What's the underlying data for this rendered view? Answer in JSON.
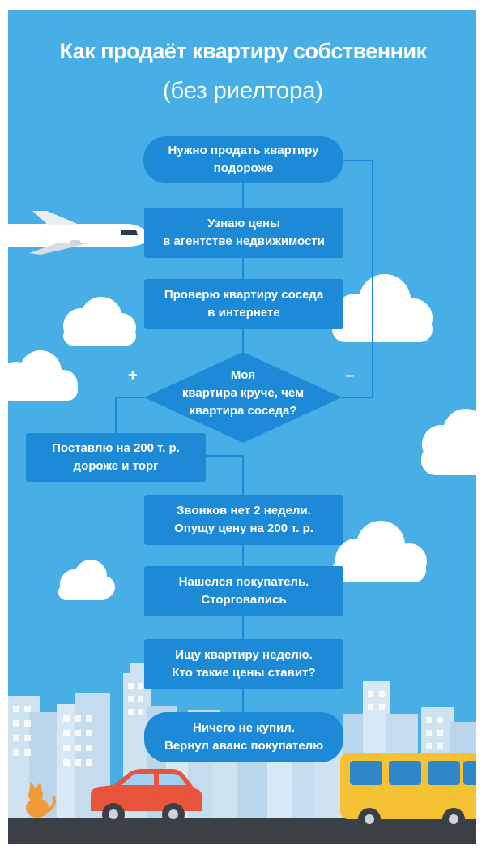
{
  "title": "Как продаёт квартиру собственник",
  "subtitle": "(без риелтора)",
  "steps": [
    {
      "id": "start",
      "text": "Нужно продать квартиру\nподороже"
    },
    {
      "id": "s1",
      "text": "Узнаю цены\nв агентстве недвижимости"
    },
    {
      "id": "s2",
      "text": "Проверю квартиру соседа\nв интернете"
    },
    {
      "id": "decision",
      "text": "Моя\nквартира круче, чем\nквартира соседа?"
    },
    {
      "id": "s3",
      "text": "Поставлю на 200 т. р.\nдороже и торг"
    },
    {
      "id": "s4",
      "text": "Звонков нет 2 недели.\nОпущу цену на 200 т. р."
    },
    {
      "id": "s5",
      "text": "Нашелся покупатель.\nСторговались"
    },
    {
      "id": "s6",
      "text": "Ищу квартиру неделю.\nКто такие цены ставит?"
    },
    {
      "id": "end",
      "text": "Ничего не купил.\nВернул аванс покупателю"
    }
  ],
  "branches": {
    "yes": "+",
    "no": "–"
  },
  "colors": {
    "sky": "#48aee6",
    "box": "#1d8ad8",
    "line": "#1d8ad8",
    "cloud": "#ffffff",
    "building": "#b9d6ec",
    "car": "#e8553c",
    "bus": "#f4c233",
    "road": "#3b3f46"
  },
  "icons": [
    "airplane-icon",
    "cloud-icon",
    "city-skyline",
    "red-car",
    "yellow-bus",
    "cat-icon"
  ]
}
